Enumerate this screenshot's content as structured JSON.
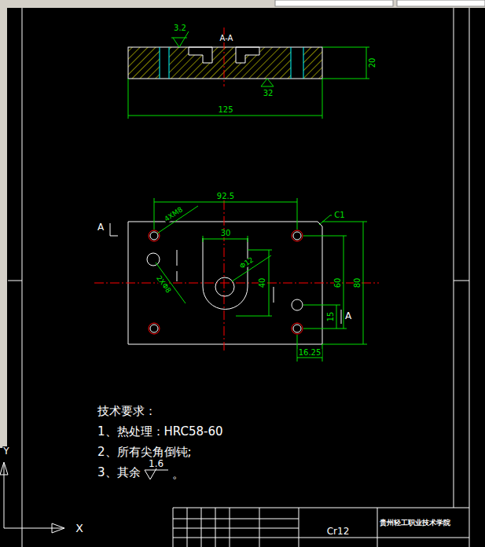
{
  "diagram": {
    "labels": [
      "3.2",
      "A-A",
      "20",
      "32",
      "125",
      "92.5",
      "C1",
      "A",
      "4XM8",
      "30",
      "Φ12",
      "40",
      "2XΦ8",
      "60",
      "80",
      "15",
      "A",
      "16.25",
      "技术要求：",
      "1、热处理：HRC58-60",
      "2、所有尖角倒钝;",
      "3、其余",
      "1.6",
      "。",
      "Cr12",
      "贵州轻工职业技术学院",
      "X",
      "Y"
    ]
  }
}
